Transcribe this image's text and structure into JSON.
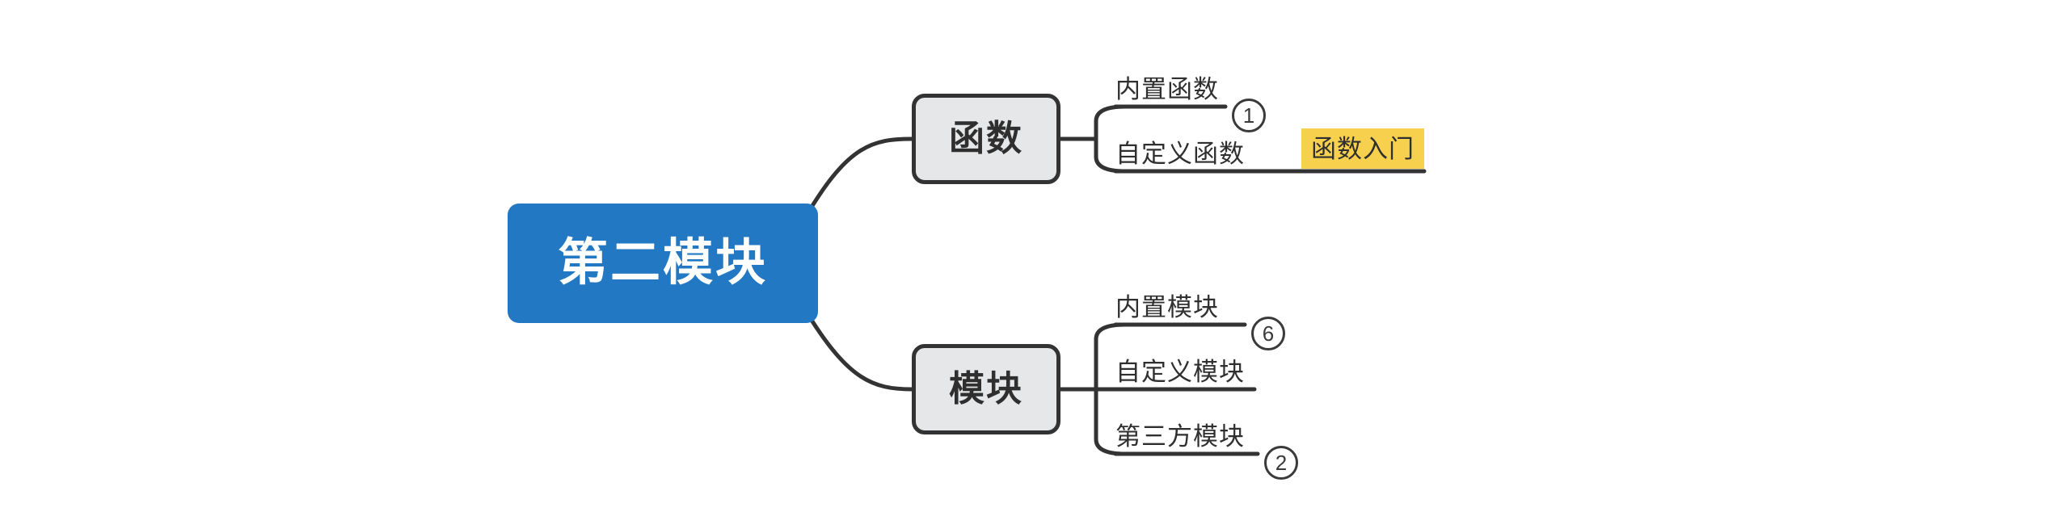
{
  "diagram": {
    "type": "mindmap",
    "background_color": "#ffffff",
    "line_color": "#333333",
    "root": {
      "label": "第二模块",
      "fill_color": "#2378c3",
      "text_color": "#ffffff"
    },
    "branches": [
      {
        "label": "函数",
        "fill_color": "#e6e7e8",
        "border_color": "#333333",
        "children": [
          {
            "label": "内置函数",
            "badge": "1"
          },
          {
            "label": "自定义函数",
            "badge": "",
            "tag": "函数入门"
          }
        ]
      },
      {
        "label": "模块",
        "fill_color": "#e6e7e8",
        "border_color": "#333333",
        "children": [
          {
            "label": "内置模块",
            "badge": "6"
          },
          {
            "label": "自定义模块",
            "badge": ""
          },
          {
            "label": "第三方模块",
            "badge": "2"
          }
        ]
      }
    ],
    "tag": {
      "label": "函数入门",
      "fill_color": "#f7d14e",
      "text_color": "#2f2f2f"
    },
    "badges": {
      "builtin_functions": "1",
      "builtin_modules": "6",
      "third_party_modules": "2"
    }
  }
}
